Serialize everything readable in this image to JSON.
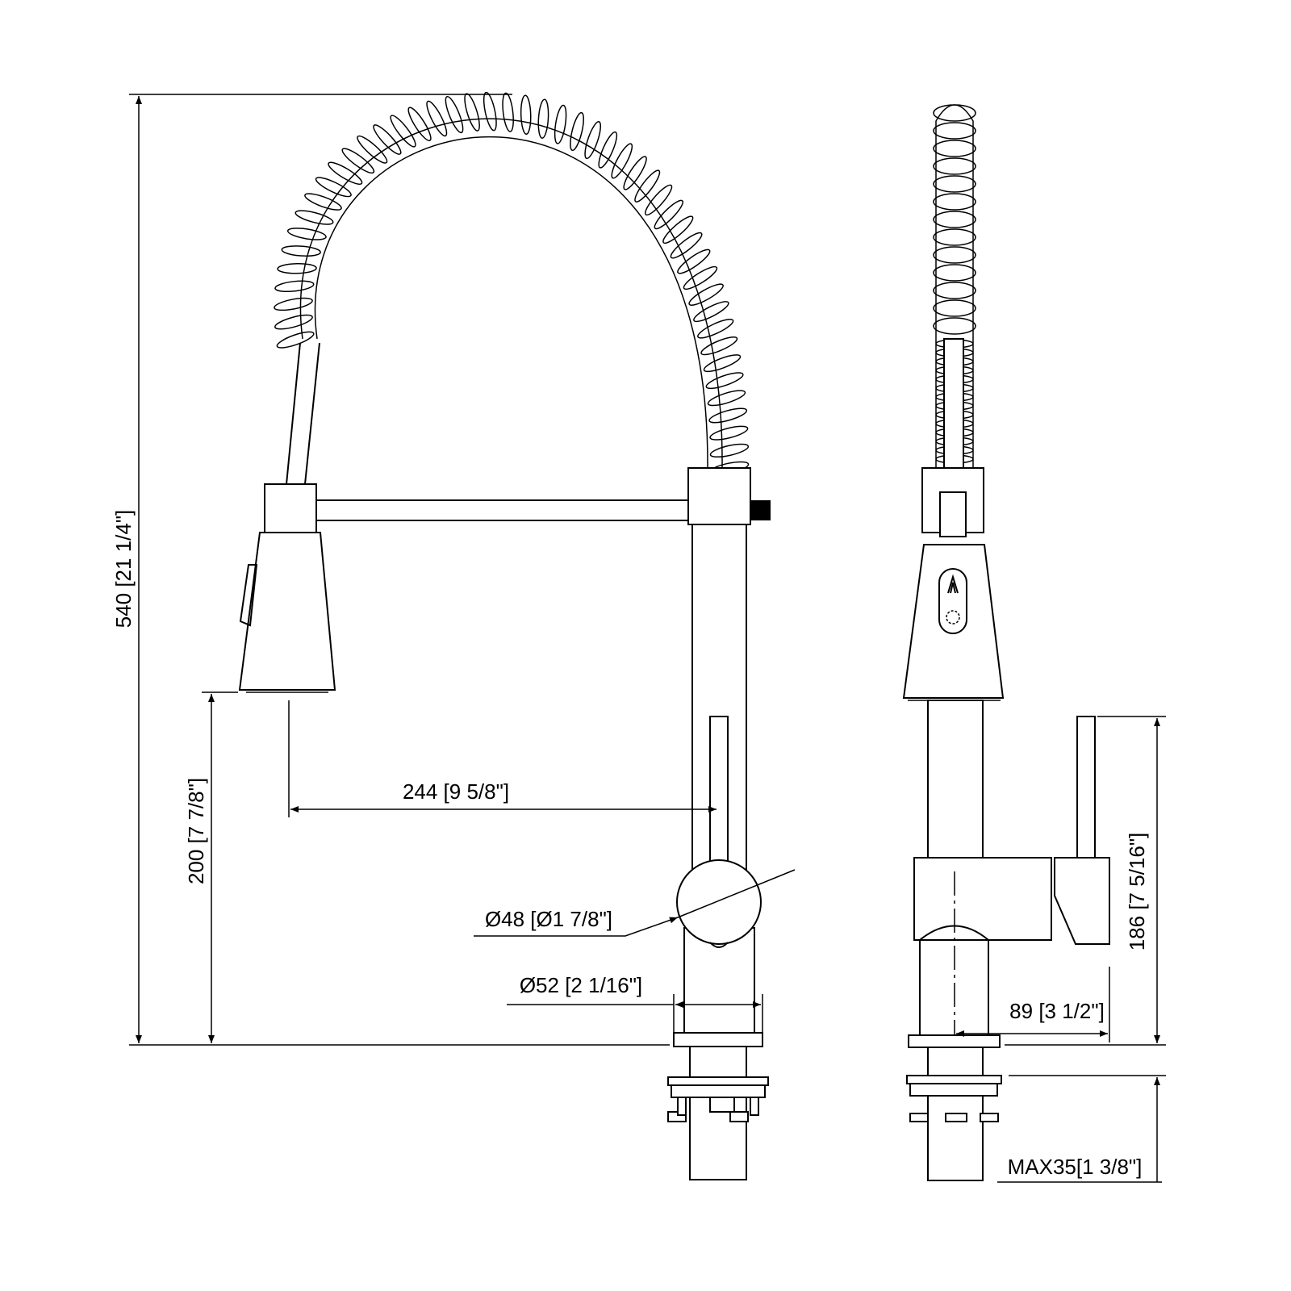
{
  "dimensions": {
    "total_height": "540 [21 1/4\"]",
    "spout_height": "200 [7 7/8\"]",
    "spout_reach": "244 [9 5/8\"]",
    "handle_diameter": "Ø48 [Ø1 7/8\"]",
    "base_diameter": "Ø52 [2 1/16\"]",
    "handle_reach": "89 [3 1/2\"]",
    "handle_height": "186 [7 5/16\"]",
    "max_deck_thickness": "MAX35[1 3/8\"]"
  },
  "views": [
    "front-view",
    "side-view"
  ],
  "spray_icons": [
    "spray-mode-icon",
    "stream-mode-icon"
  ]
}
